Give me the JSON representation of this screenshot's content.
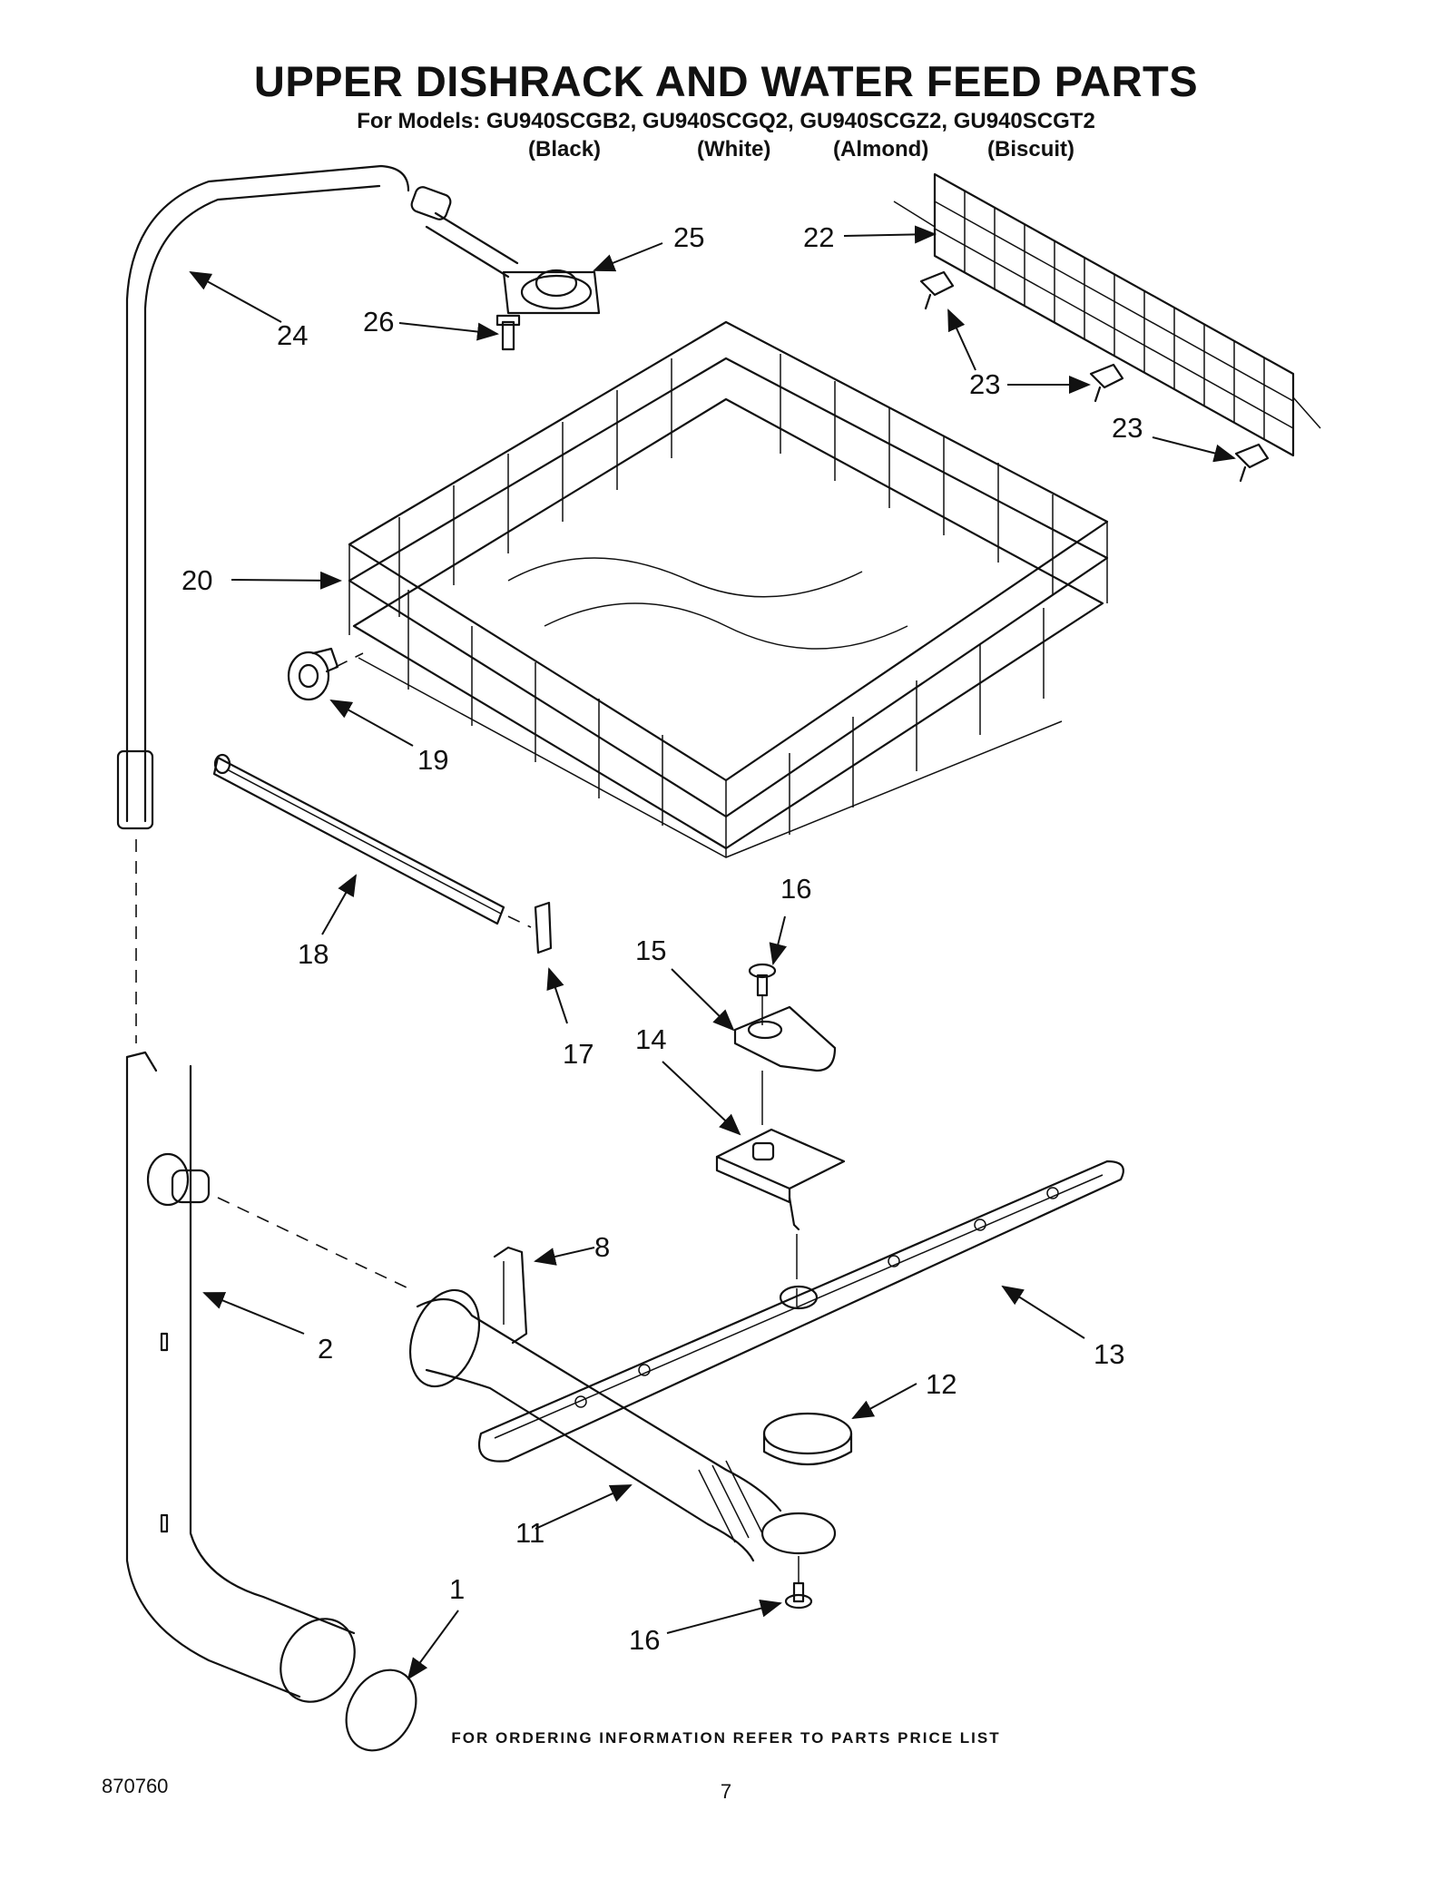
{
  "header": {
    "title": "UPPER DISHRACK AND WATER FEED PARTS",
    "models_line": "For Models: GU940SCGB2, GU940SCGQ2, GU940SCGZ2, GU940SCGT2",
    "colors": [
      "(Black)",
      "(White)",
      "(Almond)",
      "(Biscuit)"
    ]
  },
  "callouts": {
    "c25": "25",
    "c22": "22",
    "c24": "24",
    "c26": "26",
    "c23a": "23",
    "c23b": "23",
    "c20": "20",
    "c19": "19",
    "c16a": "16",
    "c15": "15",
    "c18": "18",
    "c17": "17",
    "c14": "14",
    "c8": "8",
    "c2": "2",
    "c13": "13",
    "c12": "12",
    "c11": "11",
    "c1": "1",
    "c16b": "16"
  },
  "footer": {
    "ordering_note": "FOR ORDERING INFORMATION REFER TO PARTS PRICE LIST",
    "doc_number": "870760",
    "page_number": "7"
  }
}
